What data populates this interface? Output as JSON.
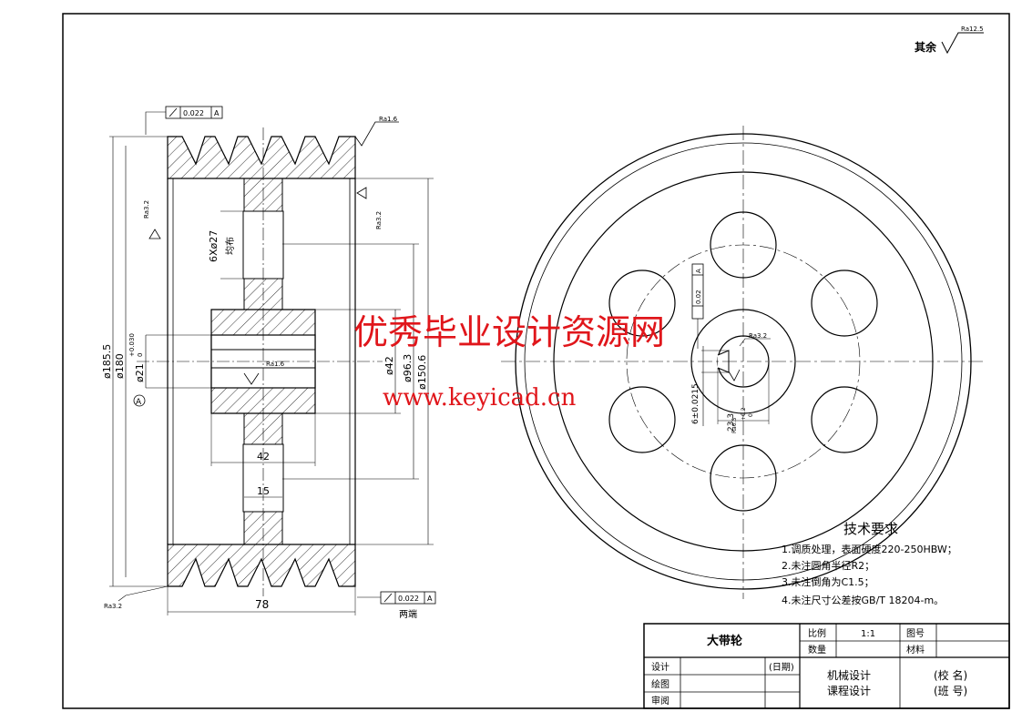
{
  "finish": {
    "other_label": "其余",
    "other_value": "Ra12.5"
  },
  "section_view": {
    "dims": {
      "d185": "ø185.5",
      "d180": "ø180",
      "bore": "ø21",
      "bore_tol_upper": "+0.030",
      "bore_tol_lower": "0",
      "datum": "A",
      "holes": "6Xø27",
      "holes_note": "均布",
      "d42": "ø42",
      "d96": "ø96.3",
      "d150": "ø150.6",
      "w42": "42",
      "w15": "15",
      "w78": "78",
      "both_ends": "两端"
    },
    "roughness": {
      "top": "Ra1.6",
      "left": "Ra3.2",
      "right": "Ra3.2",
      "bore": "Ra1.6",
      "bottom_left": "Ra3.2"
    },
    "tolerance_frames": [
      {
        "value": "0.022",
        "datum": "A"
      },
      {
        "value": "0.022",
        "datum": "A"
      }
    ]
  },
  "front_view": {
    "keyway_width": "6±0.0215",
    "keyway_depth": "23.3",
    "keyway_depth_tol": "+0.2",
    "keyway_depth_tol_lower": "0",
    "keyway_roughness": "Ra3.2",
    "keyway_roughness2": "Ra6.3",
    "symmetry": {
      "value": "0.02",
      "datum": "A"
    }
  },
  "watermark": {
    "line1": "优秀毕业设计资源网",
    "line2": "www.keyicad.cn"
  },
  "tech_requirements": {
    "title": "技术要求",
    "items": [
      "1.调质处理，表面硬度220-250HBW；",
      "2.未注圆角半径R2；",
      "3.未注倒角为C1.5；",
      "4.未注尺寸公差按GB/T 18204-m。"
    ]
  },
  "title_block": {
    "part_name": "大带轮",
    "scale_label": "比例",
    "scale_value": "1:1",
    "drawing_no_label": "图号",
    "quantity_label": "数量",
    "material_label": "材料",
    "design_label": "设计",
    "date_label": "(日期)",
    "drawn_label": "绘图",
    "review_label": "审阅",
    "course_line1": "机械设计",
    "course_line2": "课程设计",
    "school": "(校 名)",
    "class": "(班 号)"
  }
}
